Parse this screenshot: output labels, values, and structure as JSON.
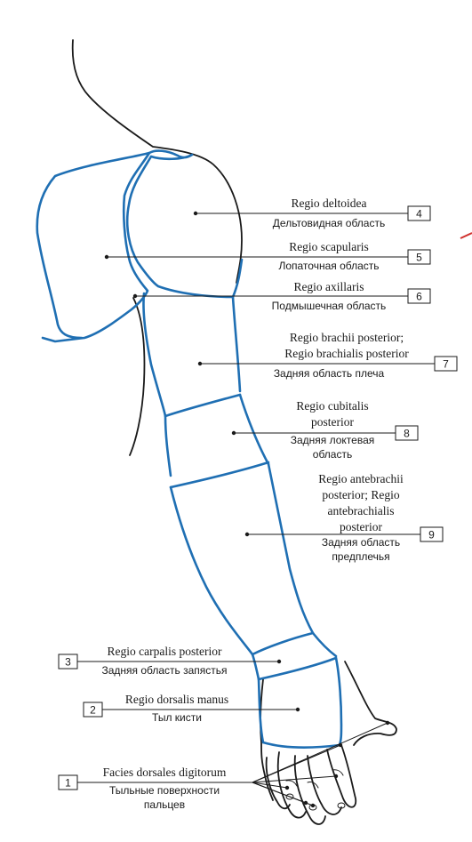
{
  "colors": {
    "region_outline": "#1f6fb3",
    "body_outline": "#1a1a1a",
    "accent_mark": "#d0312d"
  },
  "labels": [
    {
      "number": "4",
      "latin": [
        "Regio deltoidea"
      ],
      "russian": [
        "Дельтовидная область"
      ]
    },
    {
      "number": "5",
      "latin": [
        "Regio scapularis"
      ],
      "russian": [
        "Лопаточная область"
      ]
    },
    {
      "number": "6",
      "latin": [
        "Regio axillaris"
      ],
      "russian": [
        "Подмышечная область"
      ]
    },
    {
      "number": "7",
      "latin": [
        "Regio brachii posterior;",
        "Regio brachialis posterior"
      ],
      "russian": [
        "Задняя область плеча"
      ]
    },
    {
      "number": "8",
      "latin": [
        "Regio cubitalis",
        "posterior"
      ],
      "russian": [
        "Задняя локтевая",
        "область"
      ]
    },
    {
      "number": "9",
      "latin": [
        "Regio antebrachii",
        "posterior; Regio",
        "antebrachialis",
        "posterior"
      ],
      "russian": [
        "Задняя область",
        "предплечья"
      ]
    },
    {
      "number": "3",
      "latin": [
        "Regio carpalis posterior"
      ],
      "russian": [
        "Задняя область запястья"
      ]
    },
    {
      "number": "2",
      "latin": [
        "Regio dorsalis manus"
      ],
      "russian": [
        "Тыл кисти"
      ]
    },
    {
      "number": "1",
      "latin": [
        "Facies dorsales digitorum"
      ],
      "russian": [
        "Тыльные поверхности",
        "пальцев"
      ]
    }
  ]
}
